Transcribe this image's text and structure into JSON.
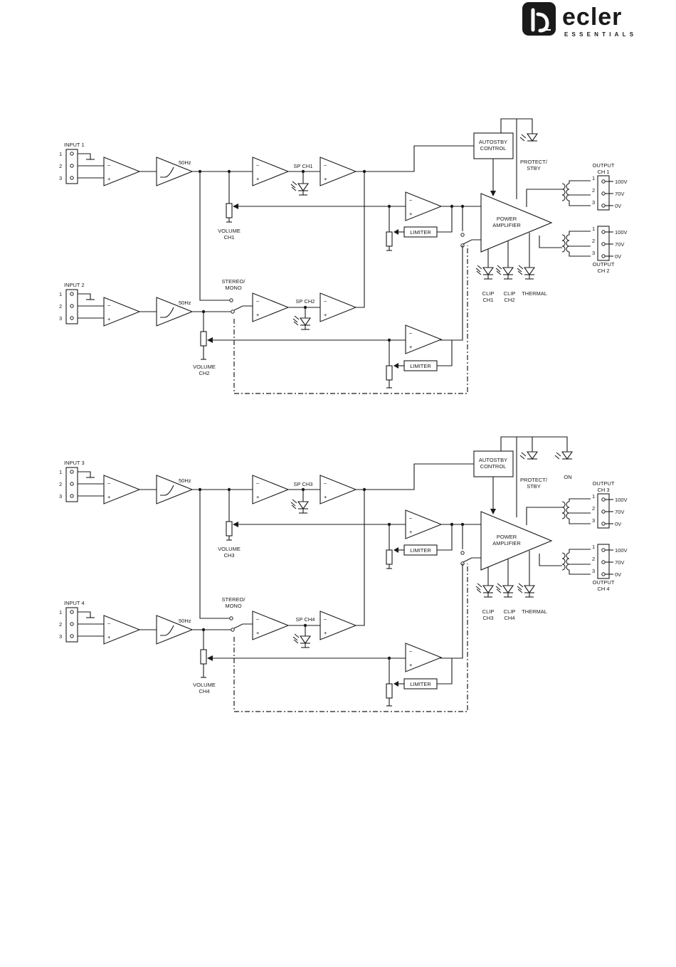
{
  "logo": {
    "wordmark": "ecler",
    "tagline": "ESSENTIALS"
  },
  "circuits": [
    {
      "inputs": [
        {
          "label": "INPUT 1",
          "pins": [
            "1",
            "2",
            "3"
          ]
        },
        {
          "label": "INPUT 2",
          "pins": [
            "1",
            "2",
            "3"
          ]
        }
      ],
      "filter_a": "50Hz",
      "filter_b": "50Hz",
      "sp_a": "SP CH1",
      "sp_b": "SP CH2",
      "volume_a": [
        "VOLUME",
        "CH1"
      ],
      "volume_b": [
        "VOLUME",
        "CH2"
      ],
      "stereo_mono": [
        "STEREO/",
        "MONO"
      ],
      "limiter_a": "LIMITER",
      "limiter_b": "LIMITER",
      "autostby": [
        "AUTOSTBY",
        "CONTROL"
      ],
      "protect": [
        "PROTECT/",
        "STBY"
      ],
      "on_led": null,
      "power_amp": [
        "POWER",
        "AMPLIFIER"
      ],
      "clip_a": [
        "CLIP",
        "CH1"
      ],
      "clip_b": [
        "CLIP",
        "CH2"
      ],
      "thermal": "THERMAL",
      "output_a": {
        "label": [
          "OUTPUT",
          "CH 1"
        ],
        "pins": [
          "1",
          "2",
          "3"
        ],
        "taps": [
          "100V",
          "70V",
          "0V"
        ]
      },
      "output_b": {
        "label": [
          "OUTPUT",
          "CH 2"
        ],
        "pins": [
          "1",
          "2",
          "3"
        ],
        "taps": [
          "100V",
          "70V",
          "0V"
        ]
      }
    },
    {
      "inputs": [
        {
          "label": "INPUT 3",
          "pins": [
            "1",
            "2",
            "3"
          ]
        },
        {
          "label": "INPUT 4",
          "pins": [
            "1",
            "2",
            "3"
          ]
        }
      ],
      "filter_a": "50Hz",
      "filter_b": "50Hz",
      "sp_a": "SP CH3",
      "sp_b": "SP CH4",
      "volume_a": [
        "VOLUME",
        "CH3"
      ],
      "volume_b": [
        "VOLUME",
        "CH4"
      ],
      "stereo_mono": [
        "STEREO/",
        "MONO"
      ],
      "limiter_a": "LIMITER",
      "limiter_b": "LIMITER",
      "autostby": [
        "AUTOSTBY",
        "CONTROL"
      ],
      "protect": [
        "PROTECT/",
        "STBY"
      ],
      "on_led": "ON",
      "power_amp": [
        "POWER",
        "AMPLIFIER"
      ],
      "clip_a": [
        "CLIP",
        "CH3"
      ],
      "clip_b": [
        "CLIP",
        "CH4"
      ],
      "thermal": "THERMAL",
      "output_a": {
        "label": [
          "OUTPUT",
          "CH 3"
        ],
        "pins": [
          "1",
          "2",
          "3"
        ],
        "taps": [
          "100V",
          "70V",
          "0V"
        ]
      },
      "output_b": {
        "label": [
          "OUTPUT",
          "CH 4"
        ],
        "pins": [
          "1",
          "2",
          "3"
        ],
        "taps": [
          "100V",
          "70V",
          "0V"
        ]
      }
    }
  ],
  "symbols": {
    "op_minus": "–",
    "op_plus": "+"
  }
}
